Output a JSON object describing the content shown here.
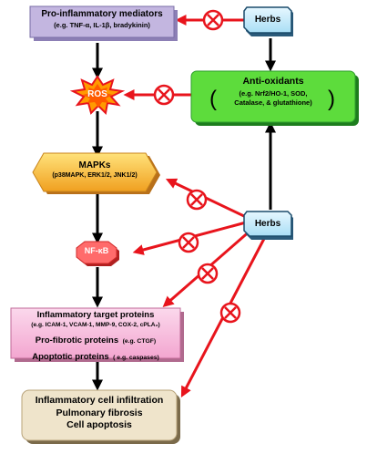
{
  "nodes": {
    "pro_inflammatory": {
      "title": "Pro-inflammatory mediators",
      "subtitle": "(e.g. TNF-α, IL-1β, bradykinin)"
    },
    "herbs_top": {
      "label": "Herbs"
    },
    "ros": {
      "label": "ROS"
    },
    "antioxidants": {
      "title": "Anti-oxidants",
      "line1": "(e.g. Nrf2/HO-1, SOD,",
      "line2": "Catalase, & glutathione)"
    },
    "mapks": {
      "title": "MAPKs",
      "subtitle": "(p38MAPK, ERK1/2, JNK1/2)"
    },
    "herbs_mid": {
      "label": "Herbs"
    },
    "nfkb": {
      "label": "NF-κB"
    },
    "targets": {
      "line1": "Inflammatory target proteins",
      "line2": "(e.g. ICAM-1, VCAM-1, MMP-9, COX-2, cPLA₂)",
      "line3a": "Pro-fibrotic proteins",
      "line3b": "(e.g. CTGF)",
      "line4a": "Apoptotic proteins",
      "line4b": "( e.g. caspases)"
    },
    "outcome": {
      "line1": "Inflammatory cell infiltration",
      "line2": "Pulmonary fibrosis",
      "line3": "Cell apoptosis"
    }
  },
  "colors": {
    "inhibit_arrow": "#e8141c",
    "main_arrow": "#000000",
    "pro_box": "#c3b6e0",
    "antiox_box": "#5ddc3c",
    "mapks_box": "#f3b22a",
    "nfkb_box": "#ff5a5a",
    "targets_box": "#f6b6da",
    "outcome_box": "#efe4cb",
    "herbs_box": "#bfe8f8"
  },
  "icons": {
    "inhibit": "circle-cross-icon"
  }
}
